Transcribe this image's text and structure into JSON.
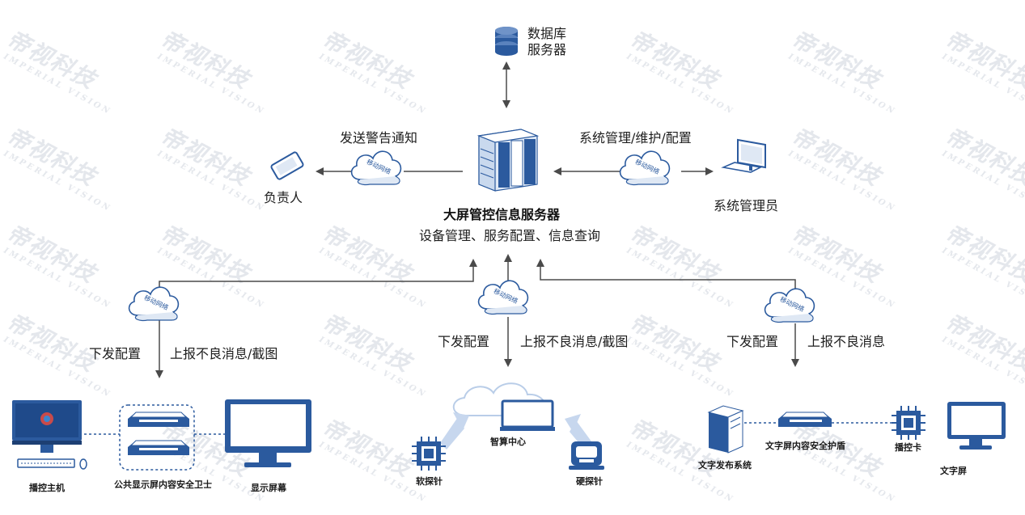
{
  "db_server": {
    "line1": "数据库",
    "line2": "服务器"
  },
  "main_server": {
    "title": "大屏管控信息服务器",
    "subtitle": "设备管理、服务配置、信息查询"
  },
  "left_link": {
    "label": "发送警告通知",
    "person": "负责人"
  },
  "right_link": {
    "label": "系统管理/维护/配置",
    "person": "系统管理员"
  },
  "cloud_label": "移动网络",
  "branch_left": {
    "down": "下发配置",
    "up": "上报不良消息/截图"
  },
  "branch_mid": {
    "down": "下发配置",
    "up": "上报不良消息/截图"
  },
  "branch_right": {
    "down": "下发配置",
    "up": "上报不良消息"
  },
  "left_group": {
    "host": "播控主机",
    "guard": "公共显示屏内容安全卫士",
    "screen": "显示屏幕"
  },
  "mid_group": {
    "center": "智算中心",
    "soft_probe": "软探针",
    "hard_probe": "硬探针"
  },
  "right_group": {
    "publisher": "文字发布系统",
    "shield": "文字屏内容安全护盾",
    "card": "播控卡",
    "text_screen": "文字屏"
  },
  "watermark": {
    "cn": "帝视科技",
    "en": "IMPERIAL VISION"
  },
  "colors": {
    "accent": "#2b5a9e",
    "light_blue": "#b9cde8",
    "line": "#4a4a4a",
    "watermark": "#e4e7ec"
  }
}
